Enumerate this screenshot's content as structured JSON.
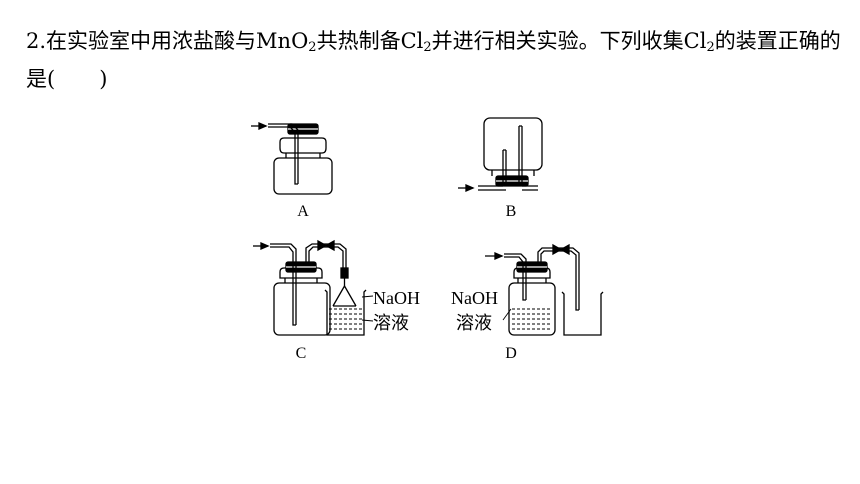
{
  "question": {
    "number": "2.",
    "text_1": "在实验室中用浓盐酸与MnO",
    "sub_1": "2",
    "text_2": "共热制备Cl",
    "sub_2": "2",
    "text_3": "并进行相关实验。下列收集Cl",
    "sub_3": "2",
    "text_4": "的装置正确的是(",
    "text_5": ")"
  },
  "options": {
    "a": "A",
    "b": "B",
    "c": "C",
    "d": "D"
  },
  "solution_labels": {
    "c_naoh": "NaOH",
    "c_solution": "溶液",
    "d_naoh": "NaOH",
    "d_solution": "溶液"
  }
}
